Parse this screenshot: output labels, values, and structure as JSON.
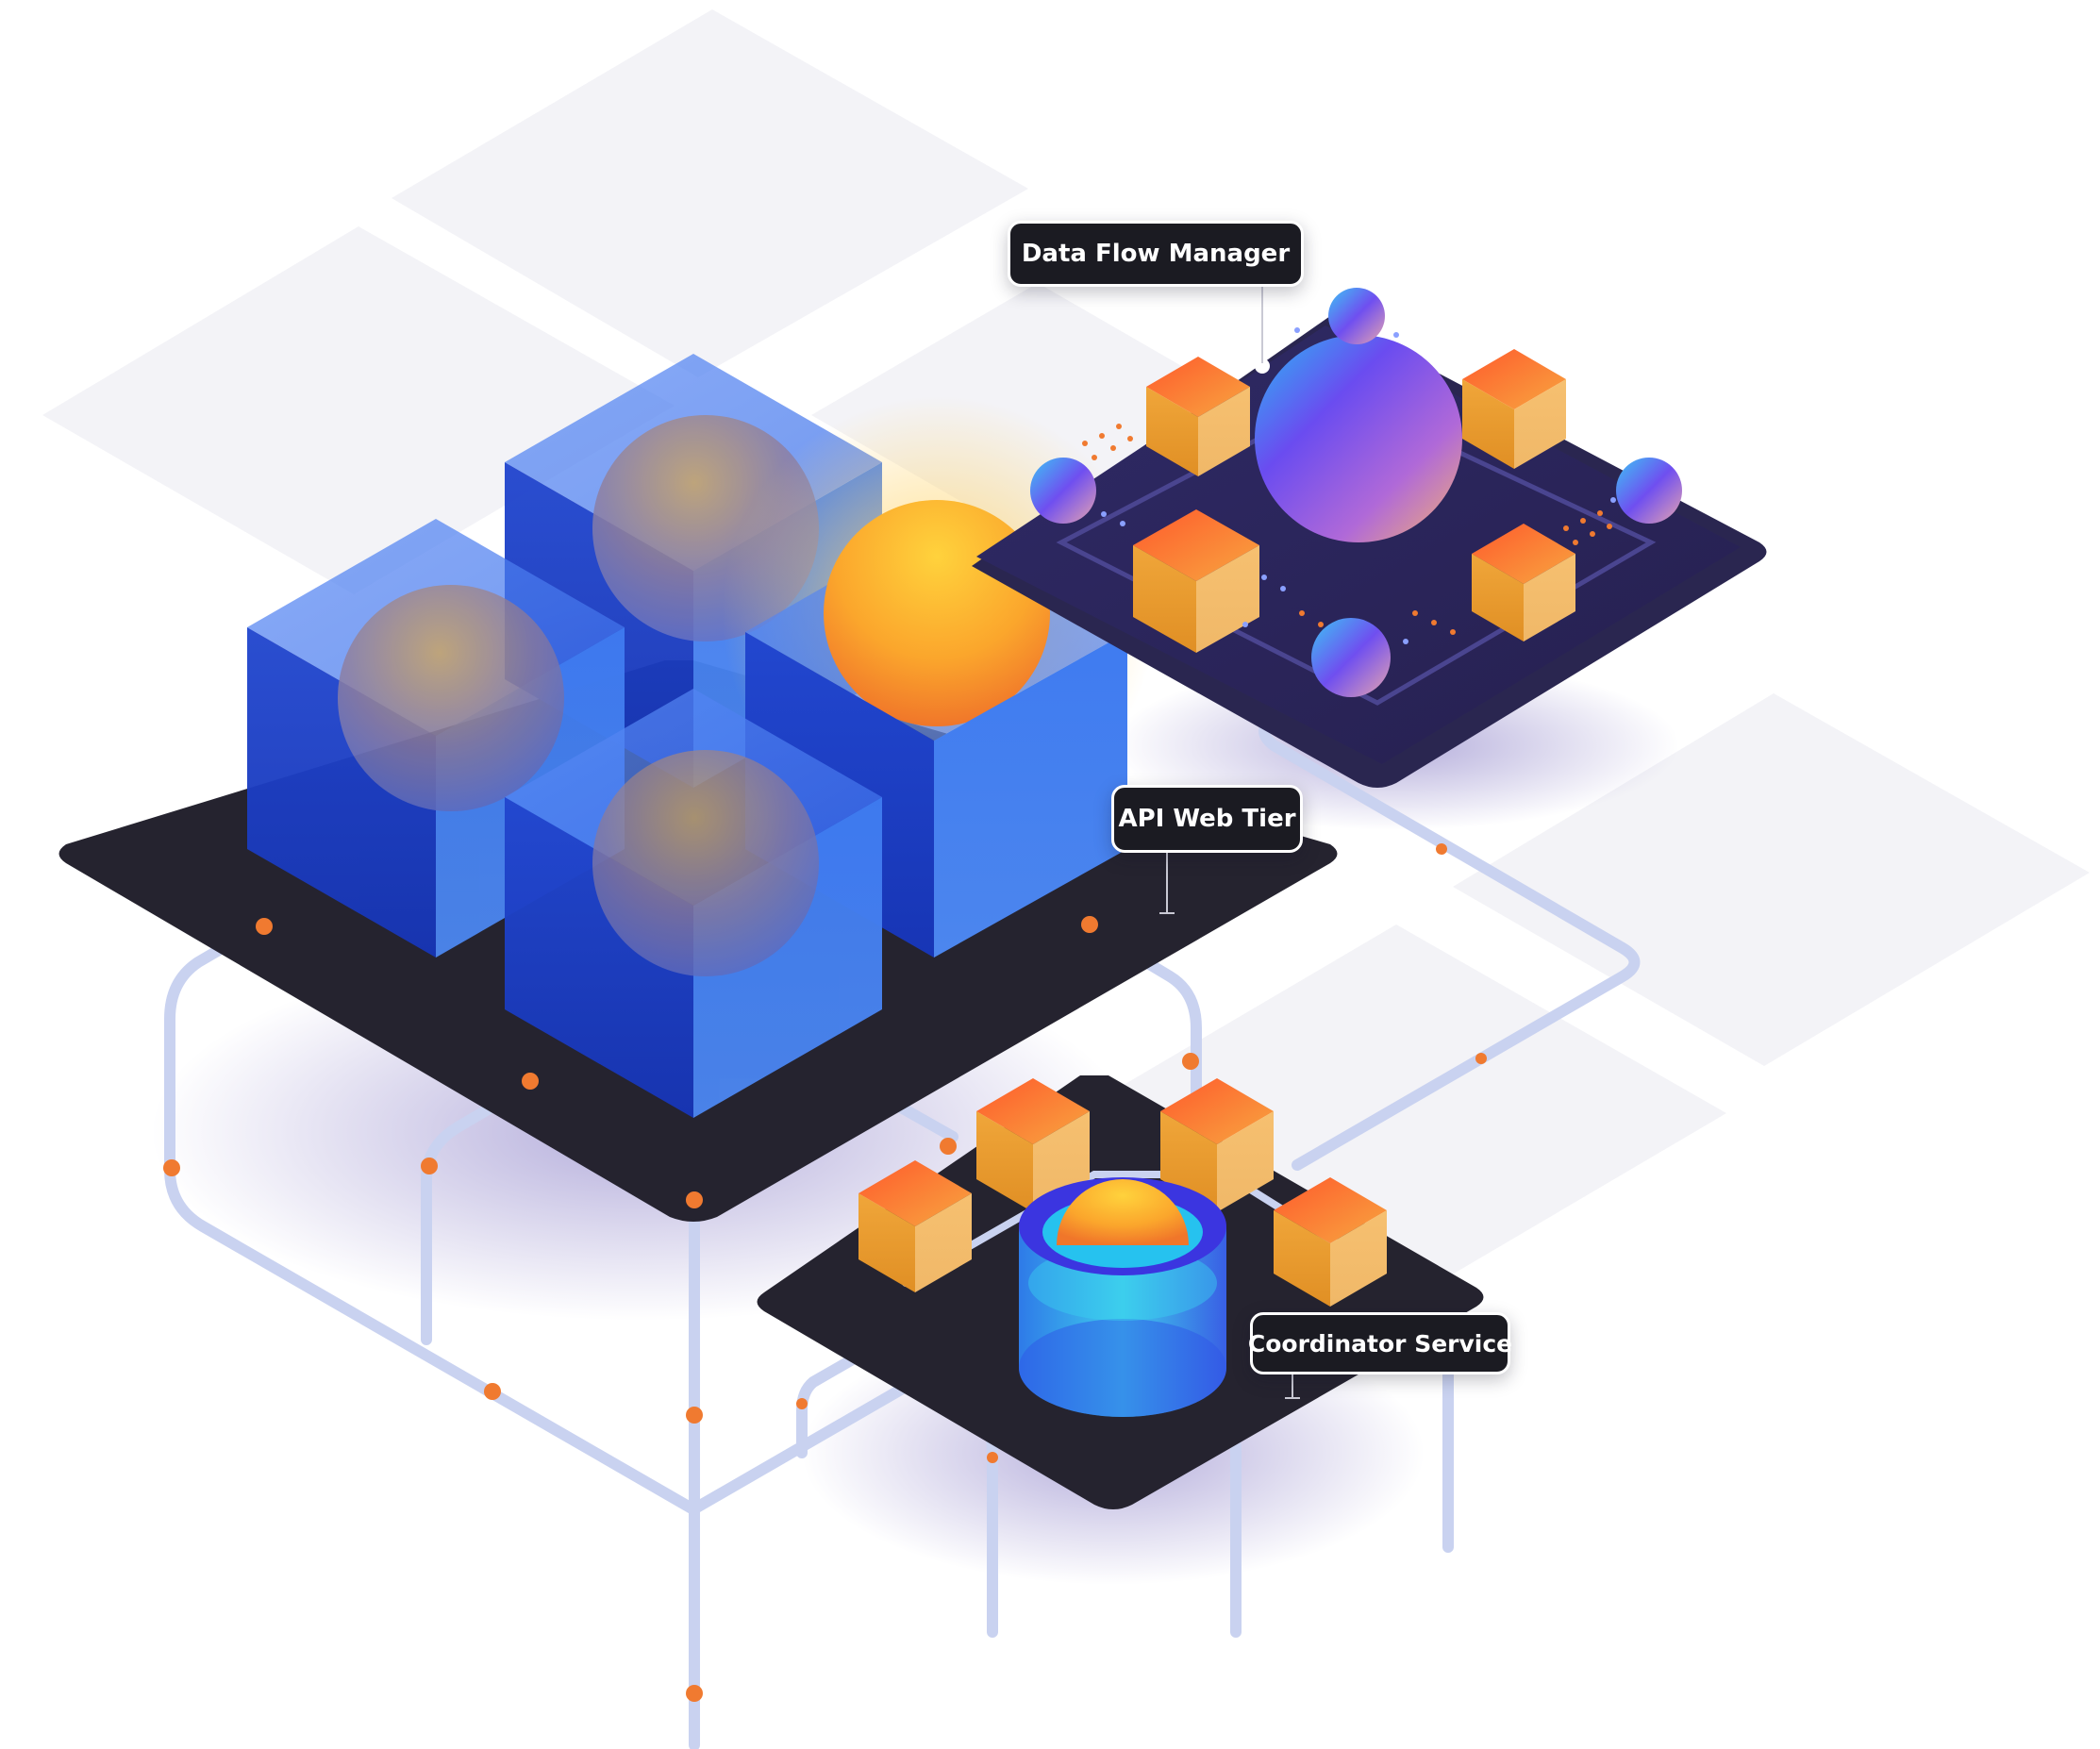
{
  "labels": {
    "data_flow_manager": "Data Flow Manager",
    "api_web_tier": "API Web Tier",
    "coordinator_service": "Coordinator Service"
  },
  "colors": {
    "platform_dark": "#25232f",
    "platform_purple": "#2a2560",
    "cube_blue": "#2f5ee0",
    "cube_orange": "#f08a2c",
    "sphere_orange": "#fbb034",
    "pipe": "#c9d2f0",
    "node_orange": "#f07a30",
    "ghost_tile": "#f3f3f7"
  },
  "icons": [
    "cube-icon",
    "sphere-icon",
    "database-cylinder-icon"
  ]
}
